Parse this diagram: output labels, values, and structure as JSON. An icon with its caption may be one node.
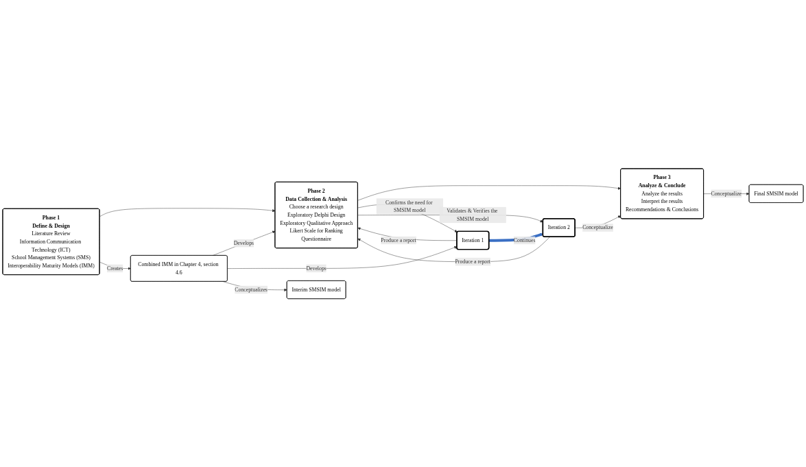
{
  "diagram": {
    "nodes": [
      {
        "text": [
          "Phase 1",
          "Define & Design",
          "Literature Review",
          "Information Communication Technology (ICT)",
          "School Management Systems (SMS)",
          "Interoperability Maturity Models (IMM)"
        ]
      },
      {
        "text": [
          "Phase 2",
          "Data Collection & Analysis",
          "Choose a research design",
          "Exploratory Delphi Design",
          "Exploratory Qualitative Approach",
          "Likert Scale for Ranking",
          "Questionnaire"
        ]
      },
      {
        "text": [
          "Phase 3",
          "Analyze & Conclude",
          "Analyze the results",
          "Interpret the results",
          "Recommendations & Conclusions"
        ]
      },
      {
        "text": [
          "Combined IMM in Chapter 4, section 4.6"
        ]
      },
      {
        "text": [
          "Iteration 1"
        ]
      },
      {
        "text": [
          "Iteration 2"
        ]
      },
      {
        "text": [
          "Interim SMSIM model"
        ]
      },
      {
        "text": [
          "Final SMSIM model"
        ]
      }
    ],
    "edges": [
      {
        "from": 0,
        "to": 1,
        "arrow": "to"
      },
      {
        "from": 1,
        "to": 2,
        "arrow": "to"
      },
      {
        "from": 0,
        "to": 3,
        "arrow": "to",
        "label": "Creates"
      },
      {
        "from": 3,
        "to": 1,
        "arrow": "to",
        "label": "Develops"
      },
      {
        "from": 3,
        "to": 4,
        "arrow": "to",
        "label": "Develops"
      },
      {
        "from": 3,
        "to": 6,
        "arrow": "to",
        "label": "Conceptualizes"
      },
      {
        "from": 1,
        "to": 4,
        "arrow": "to",
        "label": "Confirms the need for SMSIM model"
      },
      {
        "from": 4,
        "to": 1,
        "arrow": "to",
        "label": "Produce a report"
      },
      {
        "from": 1,
        "to": 5,
        "arrow": "to",
        "label": "Validates & Verifies the SMSIM model"
      },
      {
        "from": 5,
        "to": 1,
        "arrow": "to",
        "label": "Produce a report"
      },
      {
        "from": 4,
        "to": 5,
        "arrow": "to",
        "label": "Continues",
        "style": "thick",
        "color": "#3a6fc4"
      },
      {
        "from": 5,
        "to": 2,
        "arrow": "to",
        "label": "Conceptualize"
      },
      {
        "from": 2,
        "to": 7,
        "arrow": "to",
        "label": "Conceptualize"
      }
    ]
  }
}
